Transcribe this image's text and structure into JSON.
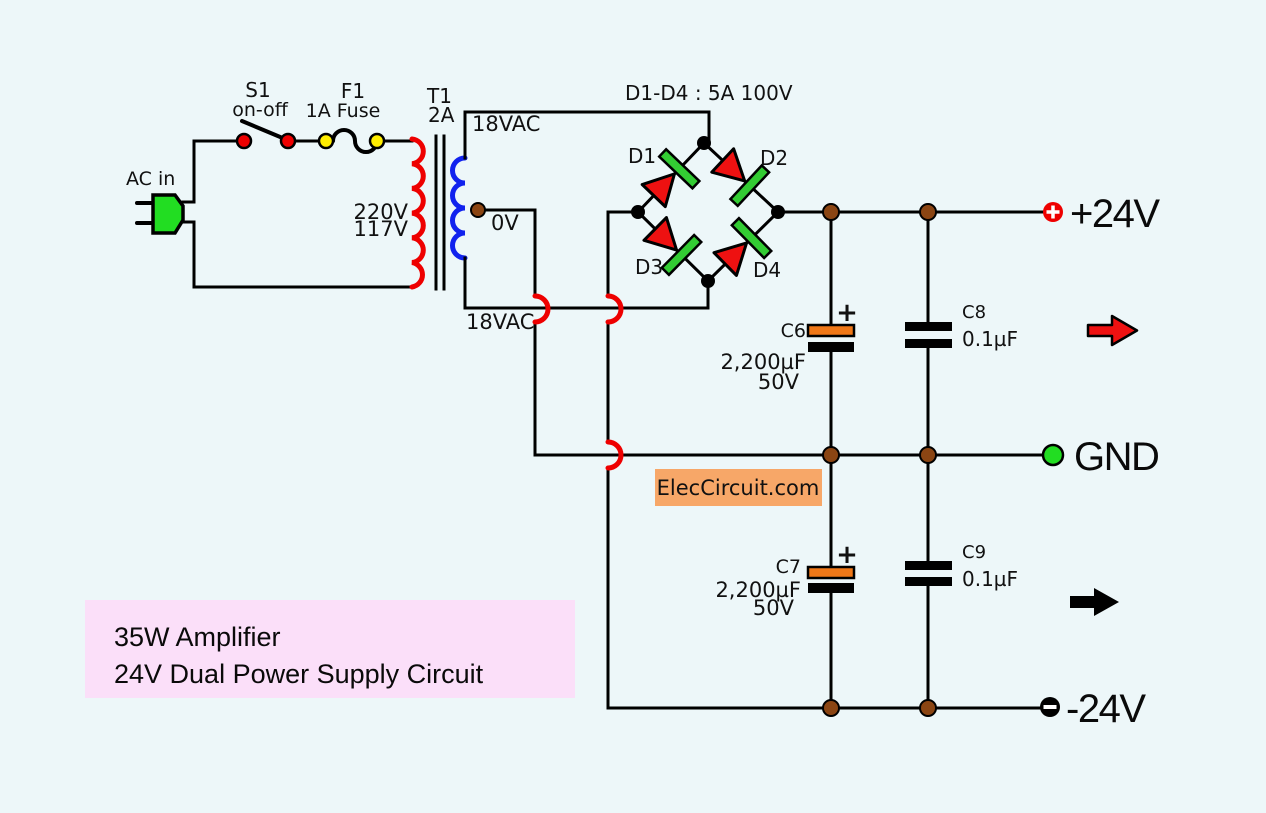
{
  "title_box": {
    "line1": "35W Amplifier",
    "line2": "24V Dual Power Supply Circuit"
  },
  "watermark": {
    "text": "ElecCircuit.com"
  },
  "input": {
    "label": "AC in",
    "switch": {
      "ref": "S1",
      "desc": "on-off"
    },
    "fuse": {
      "ref": "F1",
      "desc": "1A Fuse"
    }
  },
  "transformer": {
    "ref": "T1",
    "rating": "2A",
    "primary_voltages": [
      "220V",
      "117V"
    ],
    "secondary": {
      "top": "18VAC",
      "center_tap": "0V",
      "bottom": "18VAC"
    }
  },
  "bridge": {
    "spec": "D1-D4 : 5A 100V",
    "diodes": [
      "D1",
      "D2",
      "D3",
      "D4"
    ]
  },
  "capacitors": {
    "c6": {
      "ref": "C6",
      "value": "2,200µF",
      "voltage": "50V",
      "plus": "+"
    },
    "c8": {
      "ref": "C8",
      "value": "0.1µF"
    },
    "c7": {
      "ref": "C7",
      "value": "2,200µF",
      "voltage": "50V",
      "plus": "+"
    },
    "c9": {
      "ref": "C9",
      "value": "0.1µF"
    }
  },
  "outputs": {
    "positive": "+24V",
    "ground": "GND",
    "negative": "-24V"
  },
  "colors": {
    "background": "#edf7f9",
    "wire": "#000000",
    "primary_coil_red": "#ee0000",
    "secondary_coil_blue": "#1122ee",
    "plug_green": "#22dd22",
    "diode_body_red": "#ee1111",
    "diode_cathode_green": "#33cc33",
    "switch_contact_red": "#ee0000",
    "fuse_contact_yellow": "#ffee00",
    "junction_brown": "#8b4513",
    "electrolytic_plate_orange": "#f07818",
    "positive_terminal_red": "#ee0000",
    "gnd_terminal_green": "#22dd22",
    "negative_terminal_black": "#000000",
    "crossover_hop_red": "#ee0000",
    "output_arrow_red": "#ee1111",
    "output_arrow_black": "#000000",
    "watermark_bg": "#f7a768",
    "title_bg": "#fbdff9"
  }
}
